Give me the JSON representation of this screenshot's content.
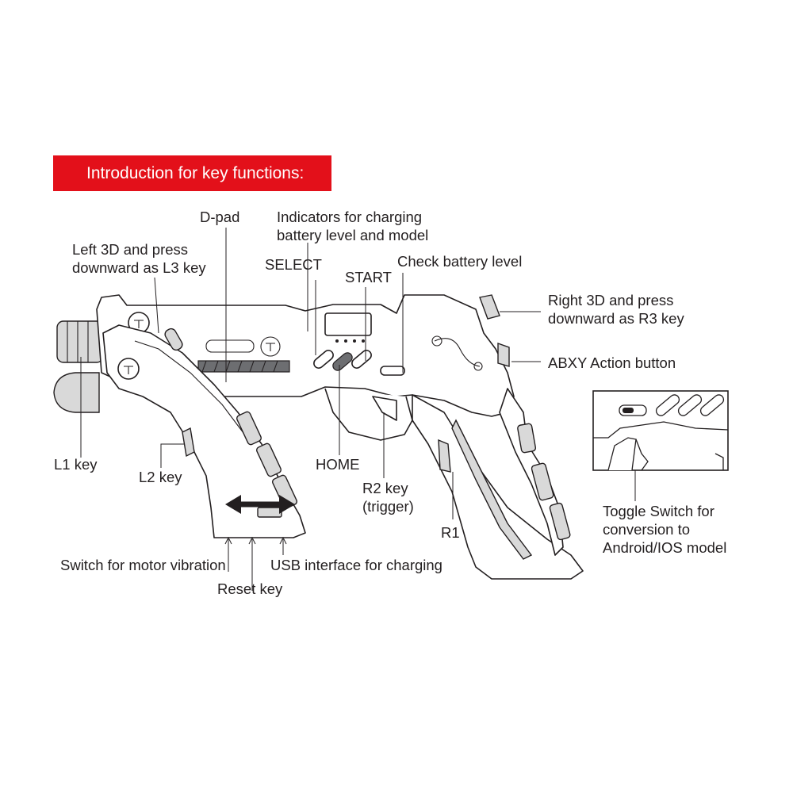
{
  "banner": {
    "text": "Introduction for key functions:",
    "color": "#e3101a"
  },
  "labels": {
    "dpad": "D-pad",
    "indicators": "Indicators for charging\nbattery level and model",
    "left3d": "Left 3D and press\ndownward as L3 key",
    "select": "SELECT",
    "start": "START",
    "check_battery": "Check battery level",
    "right3d": "Right 3D and press\ndownward as R3 key",
    "abxy": "ABXY Action button",
    "l1": "L1 key",
    "l2": "L2 key",
    "home": "HOME",
    "r2": "R2 key\n(trigger)",
    "r1": "R1",
    "toggle": "Toggle Switch for\nconversion to\nAndroid/IOS model",
    "motor": "Switch for motor vibration",
    "usb": "USB interface for charging",
    "reset": "Reset key"
  },
  "icons": [
    "gamepad-gun-drawing",
    "double-arrow-icon",
    "inset-detail-drawing"
  ]
}
